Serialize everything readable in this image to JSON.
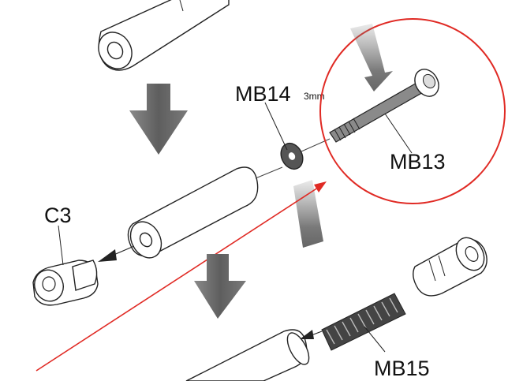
{
  "diagram": {
    "labels": {
      "mb14": "MB14",
      "mb14_unit": "3mm",
      "mb13": "MB13",
      "c3": "C3",
      "mb15": "MB15"
    },
    "colors": {
      "callout_circle": "#e02a24",
      "pointer_line": "#e02a24",
      "arrow_gray": "#6d6d6d",
      "outline": "#222222",
      "screw_shaft": "#7f7f7f"
    },
    "icons": {
      "down_arrow": "down-arrow-icon",
      "left_arrow": "left-arrow-icon"
    }
  }
}
